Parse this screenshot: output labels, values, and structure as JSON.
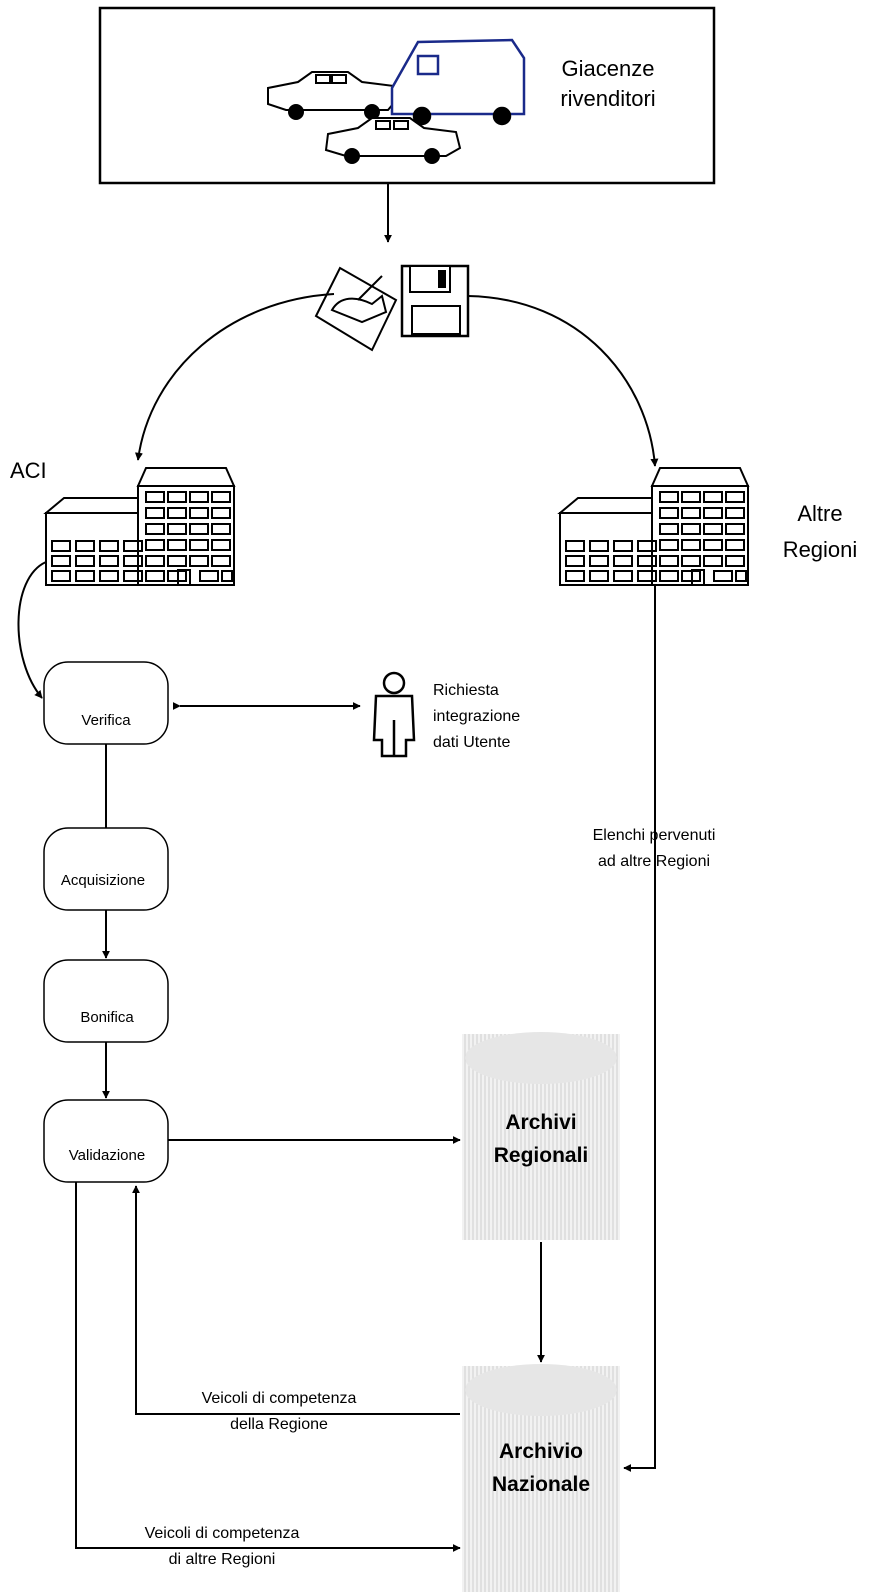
{
  "source": {
    "line1": "Giacenze",
    "line2": "rivenditori"
  },
  "left_office_label": "ACI",
  "right_office": {
    "line1": "Altre",
    "line2": "Regioni"
  },
  "steps": [
    {
      "label": "Verifica"
    },
    {
      "label": "Acquisizione"
    },
    {
      "label": "Bonifica"
    },
    {
      "label": "Validazione"
    }
  ],
  "user_request": {
    "line1": "Richiesta",
    "line2": "integrazione",
    "line3": "dati Utente"
  },
  "other_regions_flow": {
    "line1": "Elenchi pervenuti",
    "line2": "ad altre Regioni"
  },
  "regional_archive": {
    "line1": "Archivi",
    "line2": "Regionali"
  },
  "national_archive": {
    "line1": "Archivio",
    "line2": "Nazionale"
  },
  "flow_region": {
    "line1": "Veicoli di competenza",
    "line2": "della Regione"
  },
  "flow_other": {
    "line1": "Veicoli di competenza",
    "line2": "di altre Regioni"
  },
  "icons": [
    "car-icon",
    "van-icon",
    "car-icon",
    "hand-writing-icon",
    "floppy-disk-icon",
    "office-building-icon",
    "person-icon",
    "database-icon"
  ]
}
